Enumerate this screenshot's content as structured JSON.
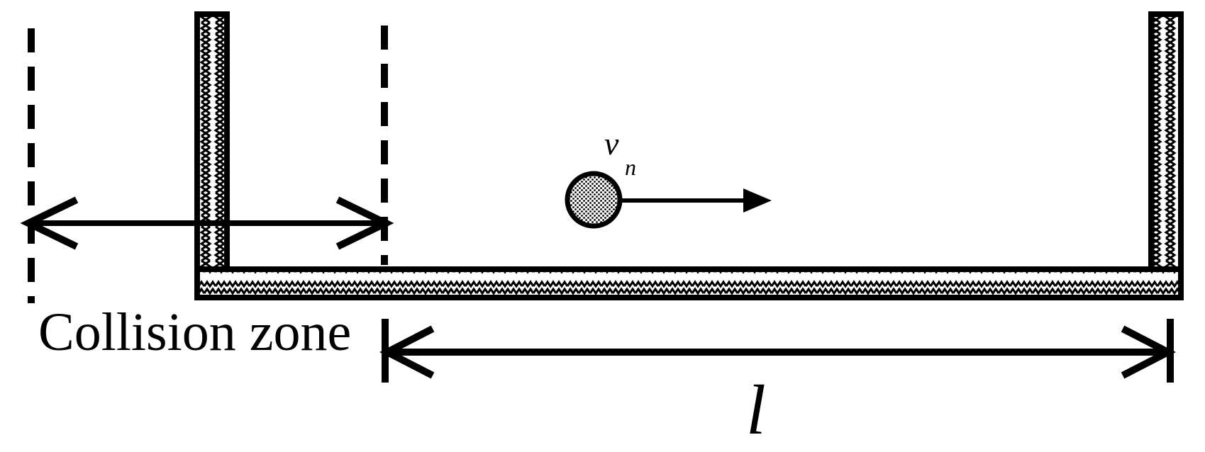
{
  "diagram": {
    "labels": {
      "collision_zone": "Collision zone",
      "length_symbol": "l",
      "velocity_symbol": "v",
      "velocity_subscript": "n"
    },
    "colors": {
      "ink": "#000000",
      "background": "#ffffff"
    },
    "elements": {
      "left_wall": "hatched-wall",
      "right_wall": "hatched-wall",
      "floor": "hatched-floor",
      "particle": "hatched-circle"
    }
  }
}
